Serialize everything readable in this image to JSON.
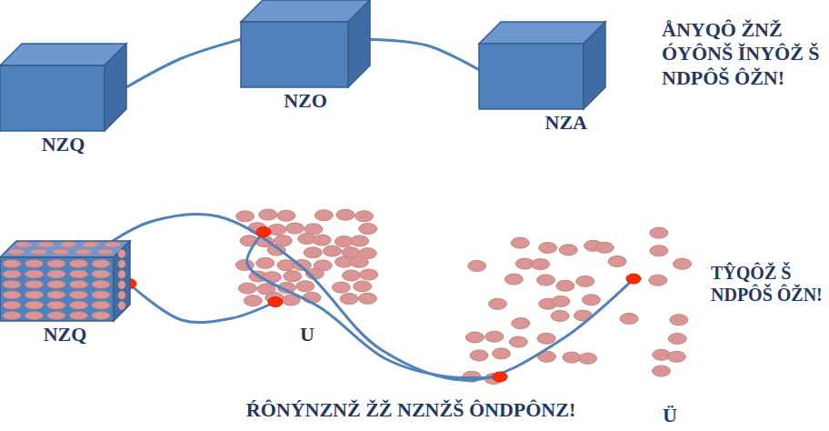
{
  "diagram": {
    "nodes": [
      {
        "text": [
          "NZQ"
        ]
      },
      {
        "text": [
          "NZO"
        ]
      },
      {
        "text": [
          "NZA"
        ]
      },
      {
        "text": [
          "NZQ"
        ]
      },
      {
        "text": [
          "U"
        ]
      },
      {
        "text": [
          "Ü"
        ]
      }
    ],
    "edges": [
      {
        "from": 0,
        "to": 1,
        "arrow": "none"
      },
      {
        "from": 1,
        "to": 2,
        "arrow": "none"
      },
      {
        "from": 3,
        "to": 5,
        "arrow": "none"
      },
      {
        "from": 3,
        "to": 4,
        "arrow": "none"
      },
      {
        "from": 4,
        "to": 5,
        "arrow": "none"
      }
    ],
    "labels": [
      "ÅNYQÔ ŽNŽ ÓYÔNŠ ĬNYÔŽ Š NDPÔŠ ÔŽN!",
      "TŶQÔŽ Š NDPÔŠ ÔŽN!",
      "ŔÔNÝNZNŽ ŽŽ NZNŽŠ ÔNDPÔNZ!"
    ]
  }
}
